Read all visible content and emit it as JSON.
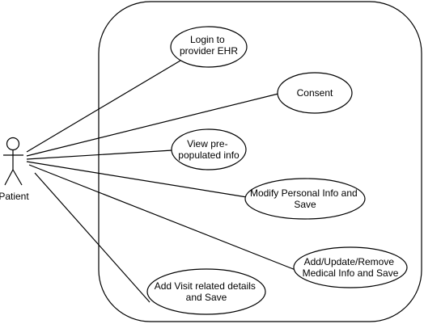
{
  "actor": {
    "name": "Patient"
  },
  "system_boundary": {
    "label": ""
  },
  "use_cases": [
    {
      "id": "login",
      "lines": [
        "Login to",
        "provider EHR"
      ]
    },
    {
      "id": "consent",
      "lines": [
        "Consent"
      ]
    },
    {
      "id": "view-info",
      "lines": [
        "View pre-",
        "populated info"
      ]
    },
    {
      "id": "modify-personal-info",
      "lines": [
        "Modify Personal Info and",
        "Save"
      ]
    },
    {
      "id": "medical-info",
      "lines": [
        "Add/Update/Remove",
        "Medical Info and Save"
      ]
    },
    {
      "id": "visit-details",
      "lines": [
        "Add Visit related details",
        "and Save"
      ]
    }
  ],
  "colors": {
    "stroke": "#000000",
    "fill": "#ffffff",
    "text": "#000000"
  }
}
